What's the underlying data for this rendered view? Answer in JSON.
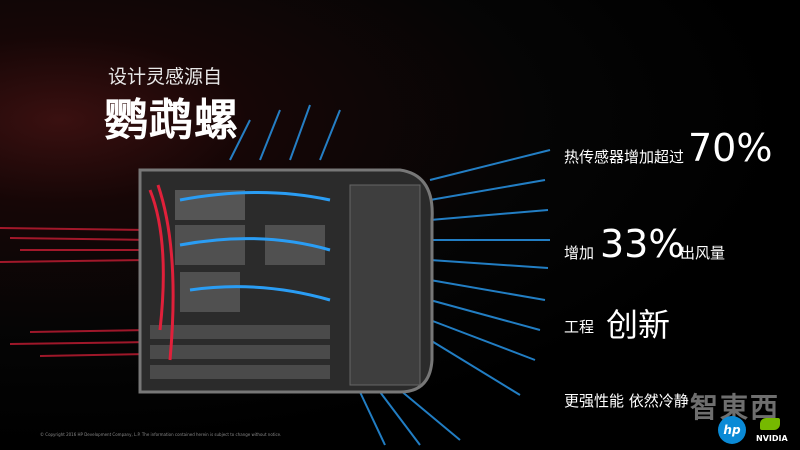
{
  "slide": {
    "subtitle": "设计灵感源自",
    "title": "鹦鹉螺",
    "features": [
      {
        "label": "热传感器增加超过",
        "value": "70%"
      },
      {
        "label_before": "增加",
        "value": "33%",
        "label_after": "出风量"
      },
      {
        "label": "工程",
        "value": "创新"
      },
      {
        "label": "更强性能 依然冷静"
      }
    ],
    "copyright": "© Copyright 2016 HP Development Company, L.P.  The information contained herein is subject to change without notice.",
    "watermark": "智東西",
    "logos": {
      "hp": "hp",
      "nvidia": "NVIDIA"
    },
    "colors": {
      "airflow_cool": "#2a9df4",
      "airflow_hot": "#e0203a",
      "chassis": "#5a5a5a"
    }
  }
}
